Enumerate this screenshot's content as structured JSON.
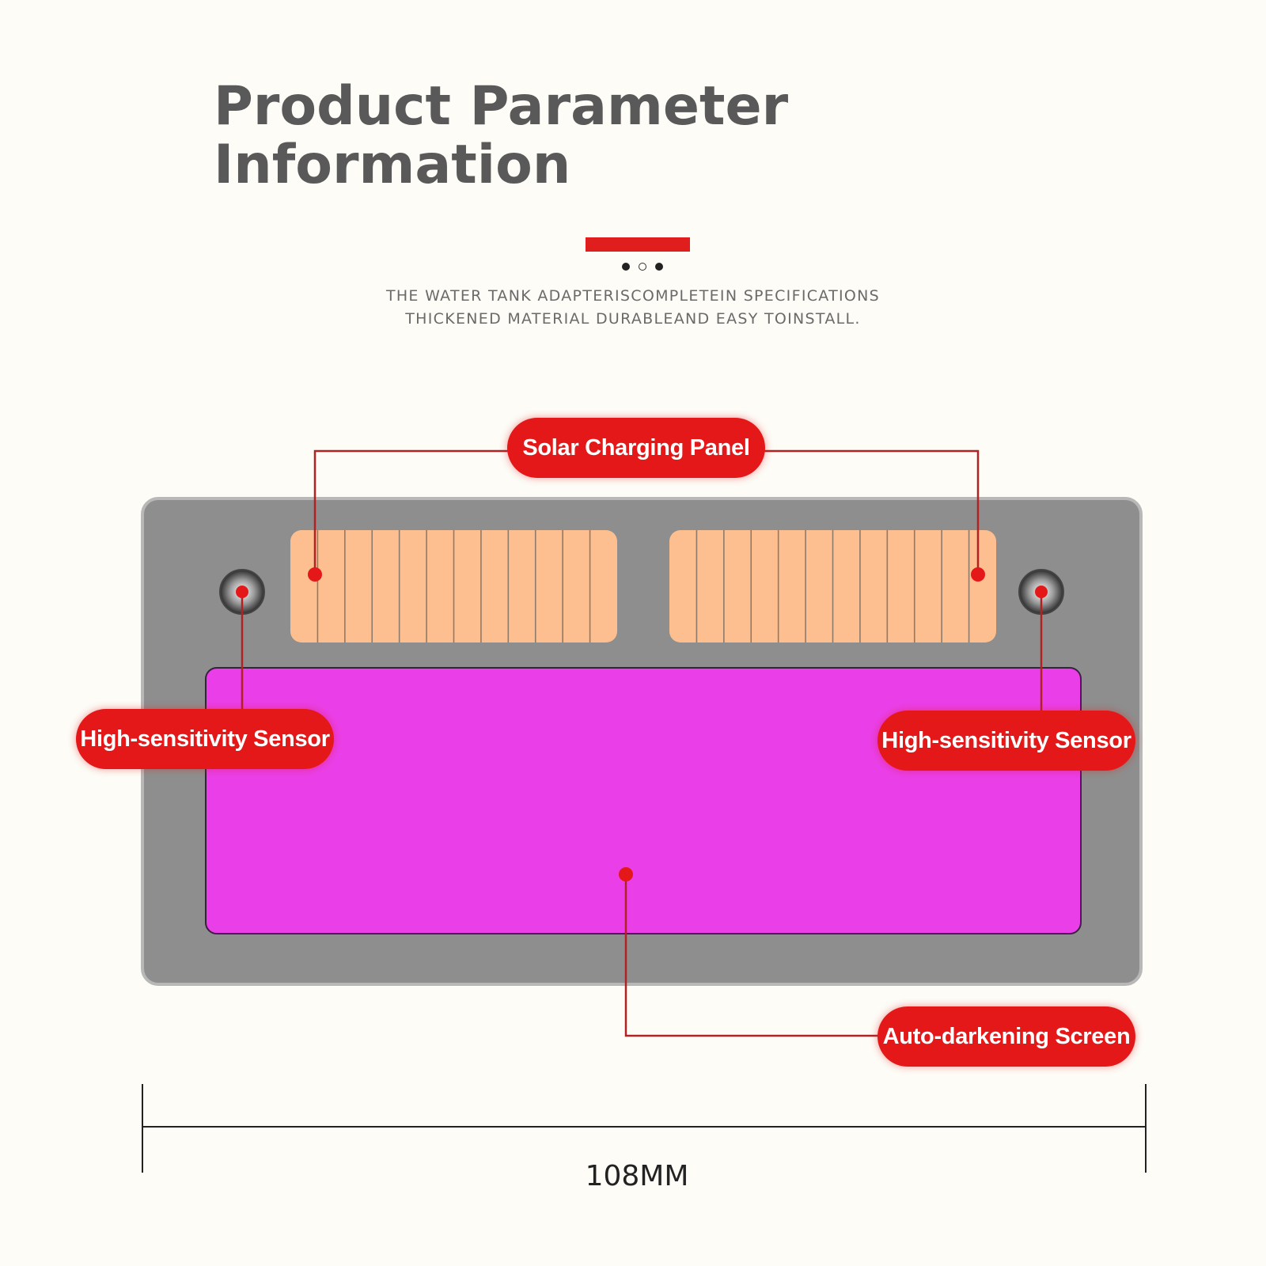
{
  "header": {
    "title_line1": "Product Parameter",
    "title_line2": "Information",
    "subtitle_line1": "THE WATER TANK ADAPTERISCOMPLETEIN SPECIFICATIONS",
    "subtitle_line2": "THICKENED MATERIAL DURABLEAND EASY TOINSTALL."
  },
  "callouts": {
    "solar": "Solar Charging Panel",
    "sensor_left": "High-sensitivity Sensor",
    "sensor_right": "High-sensitivity Sensor",
    "screen": "Auto-darkening Screen"
  },
  "dimension": {
    "label": "108MM"
  },
  "colors": {
    "accent": "#e01e1e",
    "frame": "#8e8e8e",
    "solar_cell": "#fdbf8f",
    "screen": "#ea3fe8"
  }
}
